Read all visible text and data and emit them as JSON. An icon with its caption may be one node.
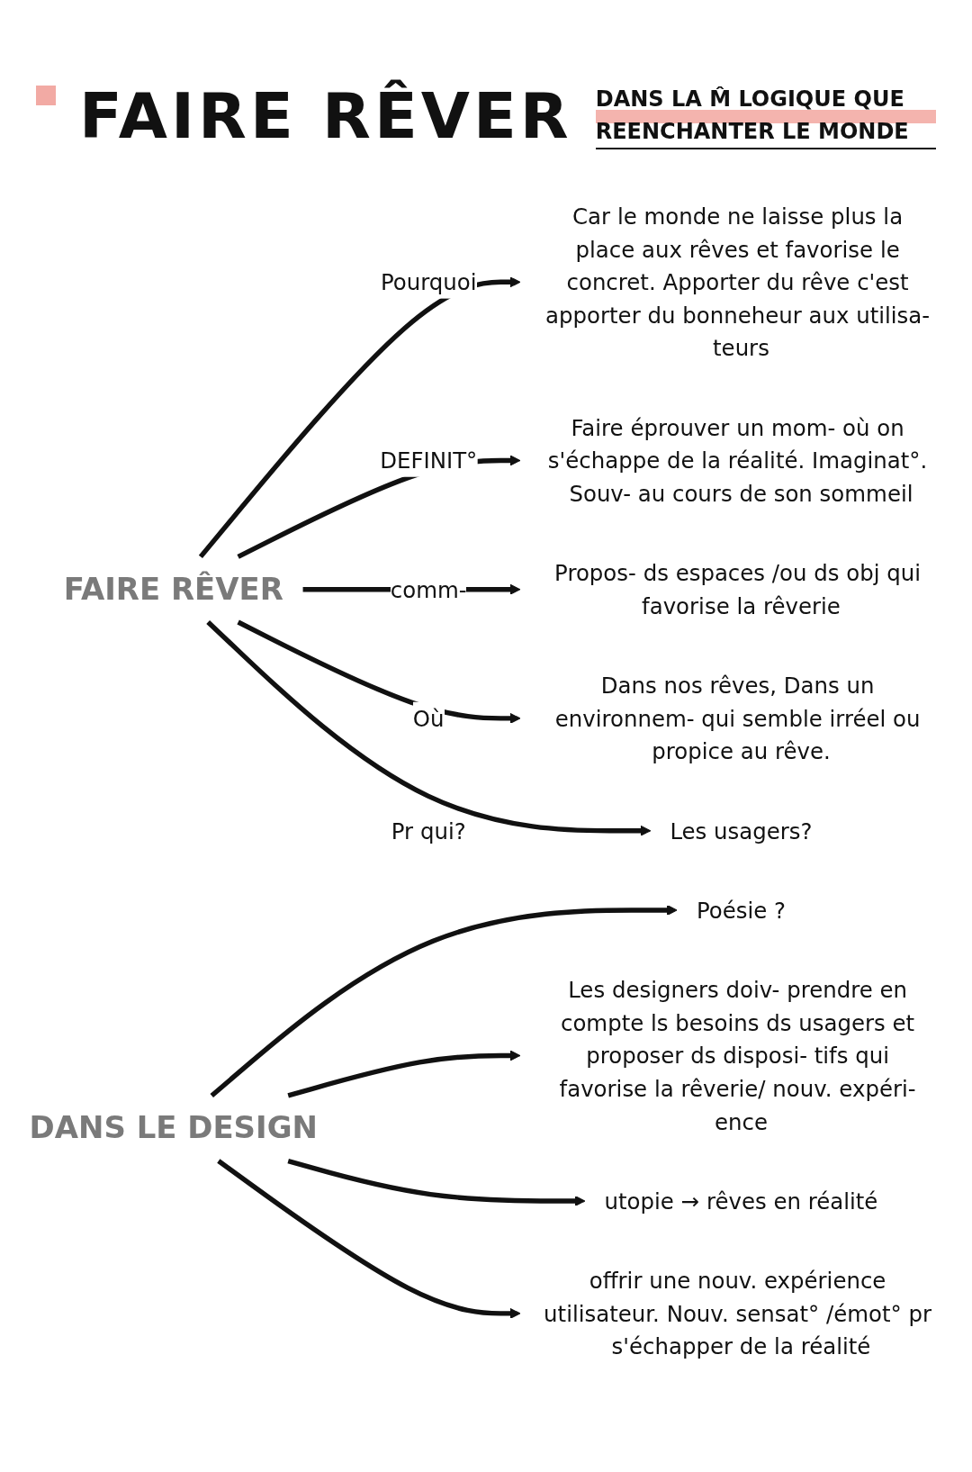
{
  "diagram": {
    "title": "FAIRE RÊVER",
    "nodes": [
      {
        "text": [
          "Car le monde ne laisse plus la place aux rêves et favorise le concret. Apporter du rêve c'est apporter du bonneheur aux utilisa- teurs"
        ]
      },
      {
        "text": [
          "Faire éprouver un mom- où on s'échappe de la réalité. Imaginat°. Souv- au cours de son sommeil"
        ]
      },
      {
        "text": [
          "Propos- ds espaces /ou ds obj qui favorise la rêverie"
        ]
      },
      {
        "text": [
          "FAIRE RÊVER"
        ]
      },
      {
        "text": [
          "Dans nos rêves, Dans un environnem- qui semble irréel ou propice au rêve."
        ]
      },
      {
        "text": [
          "Les usagers?"
        ]
      },
      {
        "text": [
          "Poésie ?"
        ]
      },
      {
        "text": [
          "Les designers doiv- prendre en compte ls besoins ds usagers et proposer ds disposi- tifs qui favorise la rêverie/ nouv. expéri- ence"
        ]
      },
      {
        "text": [
          "utopie → rêves en réalité"
        ]
      },
      {
        "text": [
          "DANS LE DESIGN"
        ]
      },
      {
        "text": [
          "offrir une nouv. expérience utilisateur. Nouv. sensat° /émot° pr s'échapper de la réalité"
        ]
      }
    ],
    "edges": [
      {
        "from": 3,
        "to": 0,
        "label": "Pourquoi",
        "arrow": "to"
      },
      {
        "from": 3,
        "to": 1,
        "label": "DEFINIT°",
        "arrow": "to"
      },
      {
        "from": 3,
        "to": 2,
        "label": "comm-",
        "arrow": "to"
      },
      {
        "from": 3,
        "to": 4,
        "label": "Où",
        "arrow": "to"
      },
      {
        "from": 3,
        "to": 5,
        "label": "Pr qui?",
        "arrow": "to"
      },
      {
        "from": 9,
        "to": 6,
        "arrow": "to"
      },
      {
        "from": 9,
        "to": 7,
        "arrow": "to"
      },
      {
        "from": 9,
        "to": 8,
        "arrow": "to"
      },
      {
        "from": 9,
        "to": 10,
        "arrow": "to"
      }
    ],
    "labels": [
      "DANS LA M̂ LOGIQUE QUE REENCHANTER LE MONDE"
    ]
  }
}
